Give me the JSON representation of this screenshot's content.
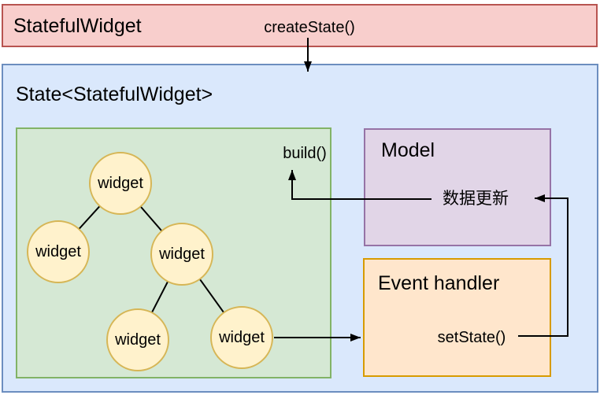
{
  "diagram": {
    "stateful_widget_box": {
      "title": "StatefulWidget",
      "create_state_label": "createState()"
    },
    "state_box": {
      "title": "State<StatefulWidget>",
      "widget_tree": {
        "build_label": "build()",
        "nodes": [
          {
            "label": "widget"
          },
          {
            "label": "widget"
          },
          {
            "label": "widget"
          },
          {
            "label": "widget"
          },
          {
            "label": "widget"
          }
        ]
      },
      "model_box": {
        "title": "Model",
        "data_update_label": "数据更新"
      },
      "event_handler_box": {
        "title": "Event handler",
        "set_state_label": "setState()"
      }
    },
    "colors": {
      "stateful_widget_fill": "#F8CECC",
      "stateful_widget_stroke": "#B85450",
      "state_fill": "#DAE8FC",
      "state_stroke": "#6C8EBF",
      "widget_tree_fill": "#D5E8D4",
      "widget_tree_stroke": "#82B366",
      "widget_node_fill": "#FFF2CC",
      "widget_node_stroke": "#D6B656",
      "model_fill": "#E1D5E7",
      "model_stroke": "#9673A6",
      "event_handler_fill": "#FFE6CC",
      "event_handler_stroke": "#D79B00",
      "arrow": "#000000"
    }
  }
}
